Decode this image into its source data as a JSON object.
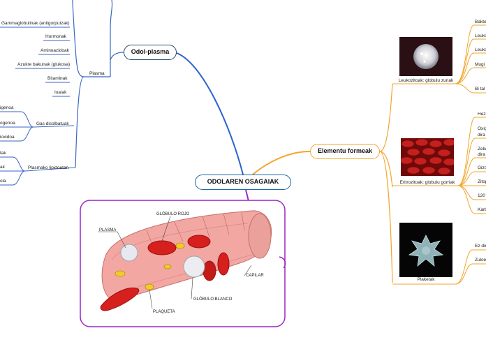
{
  "central_topic": "ODOLAREN OSAGAIAK",
  "left_branch": {
    "title": "Odol-plasma",
    "plasma_label": "Plasma",
    "items_top": [
      "Gammaglobulinak (antigorputzak)"
    ],
    "items_direct": [
      "Hormonak",
      "Aminoazidoak",
      "Azukre bakunak (glukosa)",
      "Bitaminak",
      "Ioaiak"
    ],
    "gas_group": {
      "label": "Gas disolbatuak",
      "items": [
        "igenoa",
        "ogenoa",
        "ioxidoa"
      ]
    },
    "lipid_group": {
      "label": "Plasmako lipidoetan",
      "items": [
        "tak",
        "ak",
        "ola"
      ]
    }
  },
  "right_branch": {
    "title": "Elementu formeak",
    "leukocytes": {
      "caption": "Leukozitoak: globulu zuriak",
      "items": [
        "Bakte",
        "Leuko",
        "Leuko",
        "Mugi",
        "Bi tal"
      ]
    },
    "erythrocytes": {
      "caption": "Eritrozitoak: globulu gorriak",
      "items": [
        "Hezu",
        "Oxíg",
        "dira",
        "Zelu",
        "dira",
        "Gizo",
        "Zitop",
        "120",
        "Karb"
      ]
    },
    "platelets": {
      "caption": "Plaketak",
      "items": [
        "Ez dir",
        "Zuloe"
      ]
    }
  },
  "illustration": {
    "labels": {
      "globulo_rojo": "GLÓBULO ROJO",
      "plasma": "PLASMA",
      "capilar": "CAPILAR",
      "globulo_blanco": "GLÓBULO BLANCO",
      "plaqueta": "PLAQUETA"
    }
  },
  "colors": {
    "central_border": "#1a6aa8",
    "left_branch": "#3a66c4",
    "right_branch": "#f3a52a",
    "illustration_border": "#9b27c7"
  }
}
